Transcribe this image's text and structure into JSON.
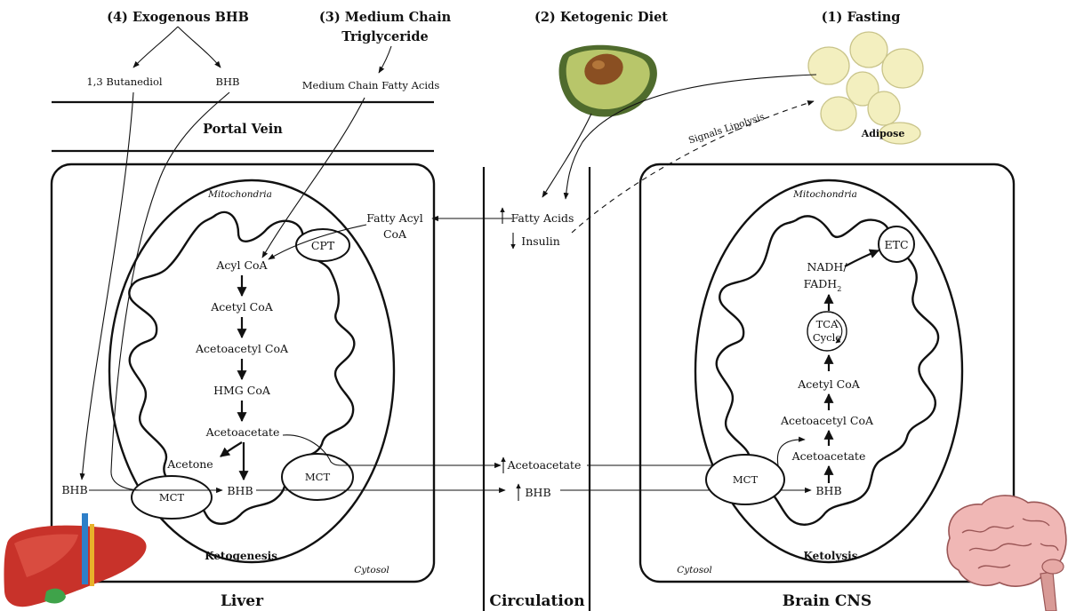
{
  "sources": {
    "exogenous": "(4) Exogenous BHB",
    "mct_line1": "(3) Medium Chain",
    "mct_line2": "Triglyceride",
    "keto_diet": "(2) Ketogenic Diet",
    "fasting": "(1) Fasting"
  },
  "top": {
    "butanediol": "1,3 Butanediol",
    "bhb": "BHB",
    "mcfa": "Medium Chain Fatty Acids",
    "portal_vein": "Portal Vein",
    "adipose": "Adipose",
    "signals": "Signals Lipolysis"
  },
  "liver": {
    "mitochondria": "Mitochondria",
    "fatty_acyl_1": "Fatty Acyl",
    "fatty_acyl_2": "CoA",
    "cpt": "CPT",
    "acyl_coa": "Acyl CoA",
    "acetyl_coa": "Acetyl CoA",
    "acetoacetyl_coa": "Acetoacetyl CoA",
    "hmg_coa": "HMG CoA",
    "acetoacetate": "Acetoacetate",
    "acetone": "Acetone",
    "bhb_in": "BHB",
    "bhb_out": "BHB",
    "mct_left": "MCT",
    "mct_right": "MCT",
    "process": "Ketogenesis",
    "cytosol": "Cytosol",
    "label": "Liver"
  },
  "circulation": {
    "fatty_acids": "Fatty Acids",
    "insulin": "Insulin",
    "acetoacetate": "Acetoacetate",
    "bhb": "BHB",
    "label": "Circulation"
  },
  "brain": {
    "mitochondria": "Mitochondria",
    "etc": "ETC",
    "nadh": "NADH/",
    "fadh": "FADH",
    "fadh_sub": "2",
    "tca_1": "TCA",
    "tca_2": "Cycle",
    "acetyl_coa": "Acetyl CoA",
    "acetoacetyl_coa": "Acetoacetyl CoA",
    "acetoacetate": "Acetoacetate",
    "bhb": "BHB",
    "mct": "MCT",
    "process": "Ketolysis",
    "cytosol": "Cytosol",
    "label": "Brain CNS"
  }
}
